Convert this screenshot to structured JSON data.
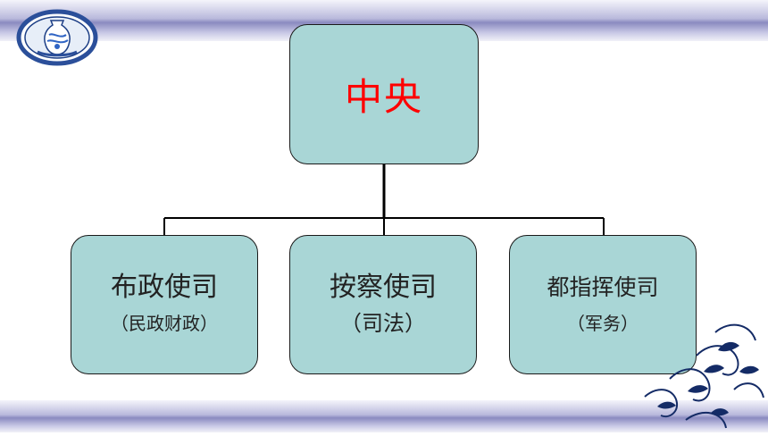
{
  "root": {
    "title": "中央"
  },
  "children": [
    {
      "title": "布政使司",
      "subtitle": "（民政财政）"
    },
    {
      "title": "按察使司",
      "subtitle": "（司法）"
    },
    {
      "title": "都指挥使司",
      "subtitle": "（军务）"
    }
  ],
  "colors": {
    "node_fill": "#a9d6d6",
    "root_text": "#ff0000",
    "line": "#000000",
    "band": "#8a8ac0"
  },
  "icons": {
    "logo": "blue-white-porcelain-vase-icon",
    "ornament": "floral-scroll-icon"
  }
}
